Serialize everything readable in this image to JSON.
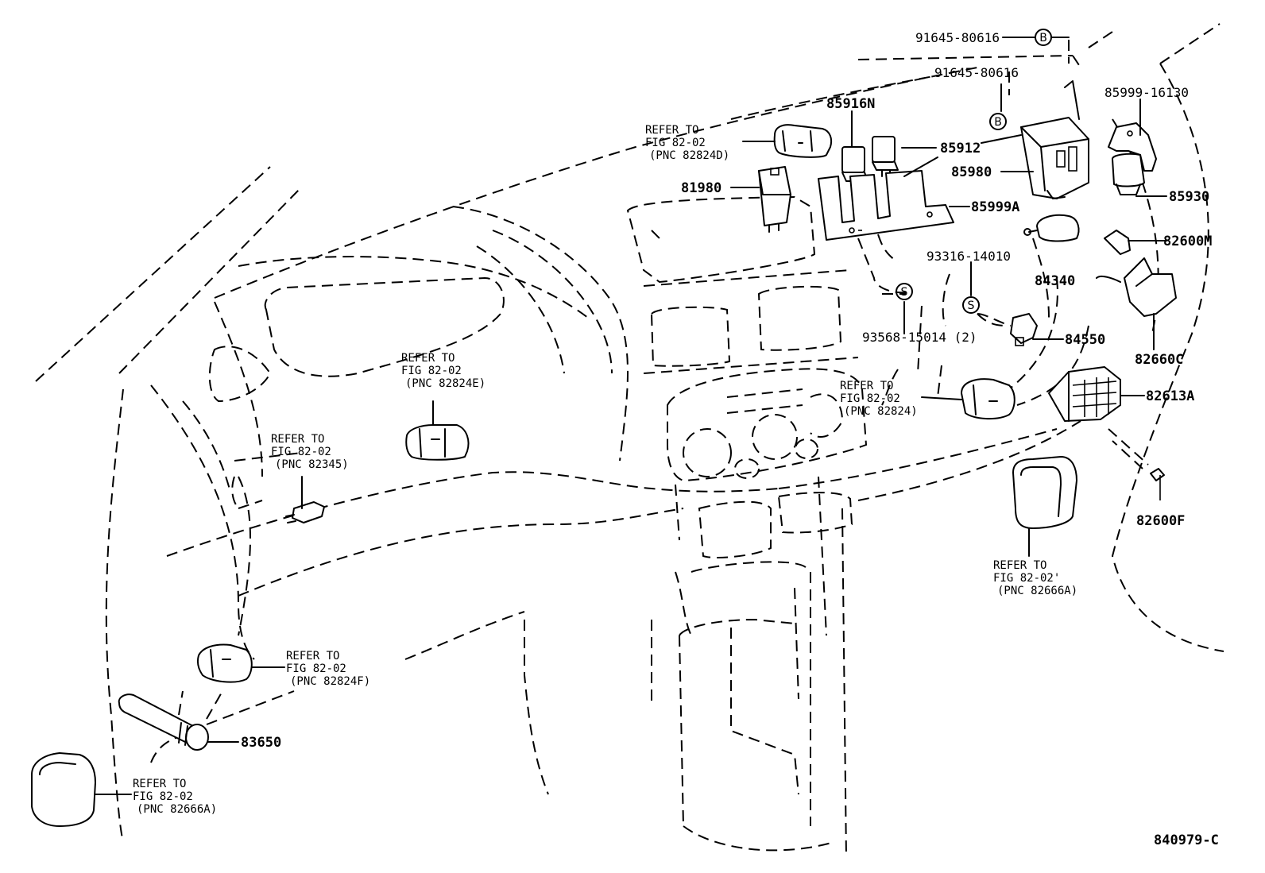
{
  "parts": {
    "p9164580616_top": "91645-80616",
    "p9164580616_mid": "91645-80616",
    "p8599916130": "85999-16130",
    "p85916N": "85916N",
    "p85912": "85912",
    "p85980": "85980",
    "p85930": "85930",
    "p81980": "81980",
    "p85999A": "85999A",
    "p82600M": "82600M",
    "p9331614010": "93316-14010",
    "p84340": "84340",
    "p9356815014": "93568-15014 (2)",
    "p84550": "84550",
    "p82660C": "82660C",
    "p82613A": "82613A",
    "p82600F": "82600F",
    "p83650": "83650"
  },
  "callouts": {
    "circle_b": "B",
    "circle_s": "S"
  },
  "refs": {
    "r82824D": [
      "REFER TO",
      "FIG 82-02",
      "(PNC 82824D)"
    ],
    "r82824E": [
      "REFER TO",
      "FIG 82-02",
      "(PNC 82824E)"
    ],
    "r82345": [
      "REFER TO",
      "FIG 82-02",
      "(PNC 82345)"
    ],
    "r82824": [
      "REFER TO",
      "FIG 82-02",
      "(PNC 82824)"
    ],
    "r82666A_right": [
      "REFER TO",
      "FIG 82-02'",
      "(PNC 82666A)"
    ],
    "r82824F": [
      "REFER TO",
      "FIG 82-02",
      "(PNC 82824F)"
    ],
    "r82666A_left": [
      "REFER TO",
      "FIG 82-02",
      "(PNC 82666A)"
    ]
  },
  "figure_id": "840979-C"
}
